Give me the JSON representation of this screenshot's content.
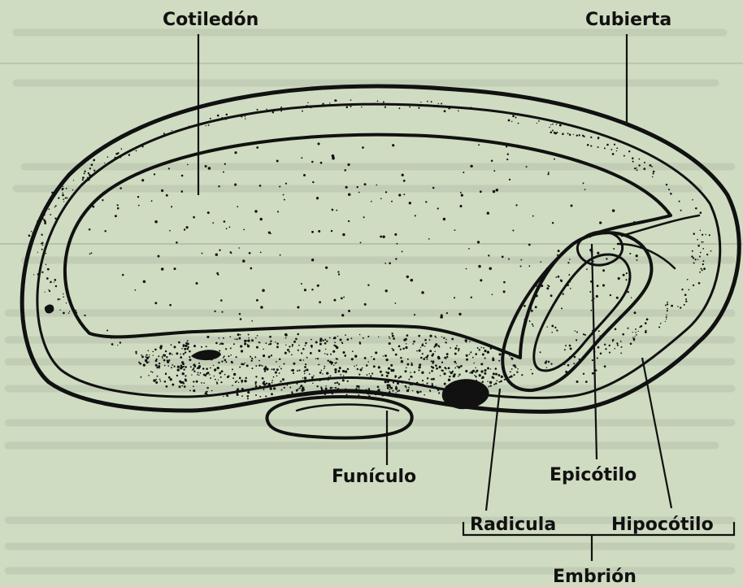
{
  "labels": {
    "cotiledon": "Cotiledón",
    "cubierta": "Cubierta",
    "funiculo": "Funículo",
    "epicotilo": "Epicótilo",
    "radicula": "Radicula",
    "hipocotilo": "Hipocótilo",
    "embrion": "Embrión"
  },
  "colors": {
    "paper": "#cfdcc1",
    "ink": "#111111",
    "bleed_text": "#9aa594"
  }
}
